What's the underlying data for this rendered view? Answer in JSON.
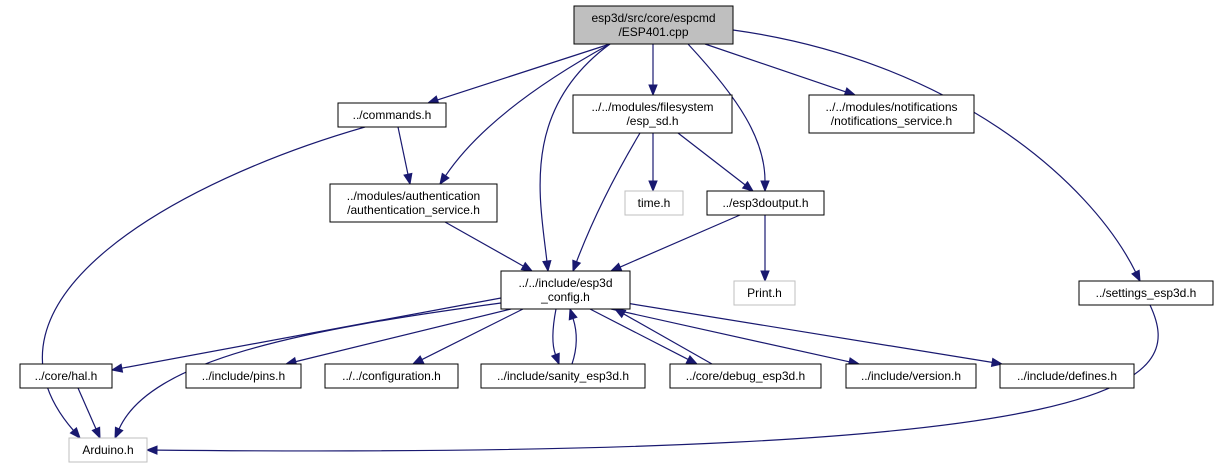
{
  "colors": {
    "edge": "#191970",
    "root_fill": "#bfbfbf",
    "node_border": "#000000",
    "external_border": "#bfbfbf"
  },
  "nodes": {
    "esp401": {
      "lines": [
        "esp3d/src/core/espcmd",
        "/ESP401.cpp"
      ]
    },
    "commands": {
      "lines": [
        "../commands.h"
      ]
    },
    "auth": {
      "lines": [
        "../modules/authentication",
        "/authentication_service.h"
      ]
    },
    "esp_sd": {
      "lines": [
        "../../modules/filesystem",
        "/esp_sd.h"
      ]
    },
    "notif": {
      "lines": [
        "../../modules/notifications",
        "/notifications_service.h"
      ]
    },
    "time": {
      "lines": [
        "time.h"
      ]
    },
    "esp3doutput": {
      "lines": [
        "../esp3doutput.h"
      ]
    },
    "config": {
      "lines": [
        "../../include/esp3d",
        "_config.h"
      ]
    },
    "print": {
      "lines": [
        "Print.h"
      ]
    },
    "settings": {
      "lines": [
        "../settings_esp3d.h"
      ]
    },
    "hal": {
      "lines": [
        "../core/hal.h"
      ]
    },
    "pins": {
      "lines": [
        "../include/pins.h"
      ]
    },
    "configuration": {
      "lines": [
        "../../configuration.h"
      ]
    },
    "sanity": {
      "lines": [
        "../include/sanity_esp3d.h"
      ]
    },
    "debug": {
      "lines": [
        "../core/debug_esp3d.h"
      ]
    },
    "version": {
      "lines": [
        "../include/version.h"
      ]
    },
    "defines": {
      "lines": [
        "../include/defines.h"
      ]
    },
    "arduino": {
      "lines": [
        "Arduino.h"
      ]
    }
  },
  "edges": [
    [
      "esp401",
      "commands"
    ],
    [
      "esp401",
      "auth"
    ],
    [
      "esp401",
      "config"
    ],
    [
      "esp401",
      "esp_sd"
    ],
    [
      "esp401",
      "esp3doutput"
    ],
    [
      "esp401",
      "notif"
    ],
    [
      "esp401",
      "settings"
    ],
    [
      "commands",
      "auth"
    ],
    [
      "commands",
      "arduino"
    ],
    [
      "auth",
      "config"
    ],
    [
      "esp_sd",
      "config"
    ],
    [
      "esp_sd",
      "time"
    ],
    [
      "esp_sd",
      "esp3doutput"
    ],
    [
      "esp3doutput",
      "config"
    ],
    [
      "esp3doutput",
      "print"
    ],
    [
      "config",
      "hal"
    ],
    [
      "config",
      "arduino"
    ],
    [
      "config",
      "pins"
    ],
    [
      "config",
      "configuration"
    ],
    [
      "config",
      "sanity"
    ],
    [
      "config",
      "debug"
    ],
    [
      "config",
      "version"
    ],
    [
      "config",
      "defines"
    ],
    [
      "sanity",
      "config"
    ],
    [
      "debug",
      "config"
    ],
    [
      "hal",
      "arduino"
    ],
    [
      "settings",
      "arduino"
    ]
  ]
}
